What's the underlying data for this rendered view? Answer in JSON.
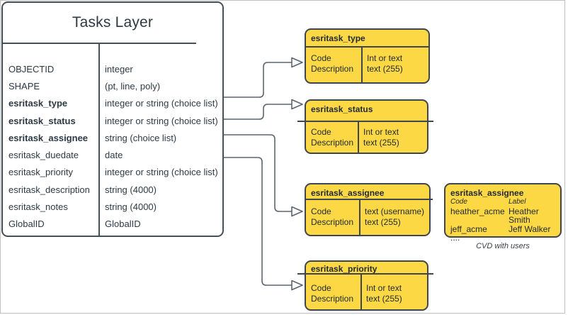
{
  "diagram": {
    "tasks_layer": {
      "title": "Tasks Layer",
      "fields": [
        {
          "name": "OBJECTID",
          "type": "integer"
        },
        {
          "name": "SHAPE",
          "type": "(pt, line, poly)"
        },
        {
          "name": "esritask_type",
          "type": "integer or string (choice list)"
        },
        {
          "name": "esritask_status",
          "type": "integer or string (choice list)"
        },
        {
          "name": "esritask_assignee",
          "type": "string (choice list)"
        },
        {
          "name": "esritask_duedate",
          "type": "date"
        },
        {
          "name": "esritask_priority",
          "type": "integer or string (choice list)"
        },
        {
          "name": "esritask_description",
          "type": "string (4000)"
        },
        {
          "name": "esritask_notes",
          "type": "string (4000)"
        },
        {
          "name": "GlobalID",
          "type": "GlobalID"
        }
      ]
    },
    "domains": [
      {
        "title": "esritask_type",
        "rows": [
          {
            "label": "Code",
            "value": "Int or text"
          },
          {
            "label": "Description",
            "value": "text (255)"
          }
        ]
      },
      {
        "title": "esritask_status",
        "rows": [
          {
            "label": "Code",
            "value": "Int or text"
          },
          {
            "label": "Description",
            "value": "text (255)"
          }
        ]
      },
      {
        "title": "esritask_assignee",
        "rows": [
          {
            "label": "Code",
            "value": "text  (username)"
          },
          {
            "label": "Description",
            "value": "text (255)"
          }
        ]
      },
      {
        "title": "esritask_priority",
        "rows": [
          {
            "label": "Code",
            "value": "Int or text"
          },
          {
            "label": "Description",
            "value": "text (255)"
          }
        ]
      }
    ],
    "cvd": {
      "title": "esritask_assignee",
      "columns": {
        "code": "Code",
        "label": "Label"
      },
      "entries": [
        {
          "code": "heather_acme",
          "label": "Heather Smith"
        },
        {
          "code": "jeff_acme",
          "label": "Jeff Walker"
        },
        {
          "code": "....",
          "label": ""
        }
      ],
      "caption": "CVD with users"
    },
    "edges": [
      {
        "from": "esritask_type field",
        "to": "esritask_type domain box"
      },
      {
        "from": "esritask_status field",
        "to": "esritask_status domain box"
      },
      {
        "from": "esritask_assignee field",
        "to": "esritask_assignee domain box"
      },
      {
        "from": "esritask_priority field",
        "to": "esritask_priority domain box"
      }
    ],
    "colors": {
      "domain_fill": "#fbd844",
      "domain_border": "#3f464d",
      "table_border": "#45505b",
      "text": "#2d3a45",
      "connector": "#5b6570",
      "canvas_border": "#c0c3c6"
    }
  }
}
